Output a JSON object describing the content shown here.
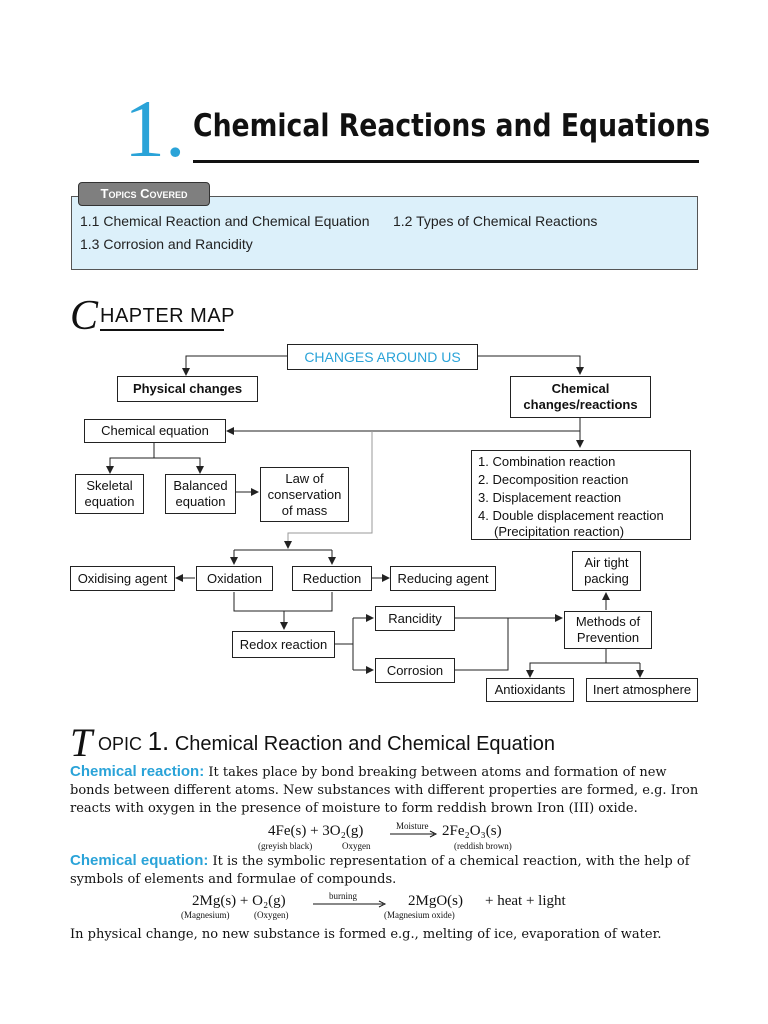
{
  "chapter": {
    "number": "1.",
    "title": "Chemical Reactions and Equations"
  },
  "topics": {
    "tag": "Topics Covered",
    "items": [
      "1.1  Chemical Reaction and Chemical Equation",
      "1.2  Types of Chemical Reactions",
      "1.3  Corrosion and Rancidity"
    ]
  },
  "chapter_map": {
    "heading_initial": "C",
    "heading_rest": "HAPTER MAP",
    "nodes": {
      "root": "CHANGES AROUND US",
      "physical": "Physical changes",
      "chemical": "Chemical changes/reactions",
      "chem_equation": "Chemical equation",
      "skeletal": "Skeletal equation",
      "balanced": "Balanced equation",
      "law": "Law of conservation of mass",
      "types": [
        "1. Combination reaction",
        "2. Decomposition reaction",
        "3. Displacement reaction",
        "4. Double displacement reaction",
        "(Precipitation reaction)"
      ],
      "oxidising_agent": "Oxidising agent",
      "oxidation": "Oxidation",
      "reduction": "Reduction",
      "reducing_agent": "Reducing agent",
      "redox": "Redox reaction",
      "rancidity": "Rancidity",
      "corrosion": "Corrosion",
      "air_tight": "Air tight packing",
      "methods": "Methods of Prevention",
      "antioxidants": "Antioxidants",
      "inert": "Inert atmosphere"
    }
  },
  "topic1": {
    "initial": "T",
    "word": "OPIC",
    "number": "1.",
    "title": "Chemical Reaction and Chemical Equation"
  },
  "paragraphs": {
    "reaction_label": "Chemical reaction:",
    "reaction_text": "It takes place by bond breaking between atoms and formation of new bonds between different atoms. New substances with different properties are formed, e.g. Iron reacts with oxygen in the presence of moisture to form reddish brown Iron (III) oxide.",
    "equation_label": "Chemical equation:",
    "equation_text": "It is the symbolic representation of a chemical reaction, with the help of symbols of elements and formulae of compounds.",
    "physical_text": "In physical change, no new substance is formed e.g., melting of ice, evaporation of water."
  },
  "equations": {
    "eq1": {
      "lhs": "4Fe(s)  +  3O₂(g)",
      "condition": "Moisture",
      "rhs": "2Fe₂O₃(s)",
      "notes": [
        "(greyish black)",
        "Oxygen",
        "(reddish brown)"
      ]
    },
    "eq2": {
      "lhs": "2Mg(s) + O₂(g)",
      "condition": "burning",
      "rhs": "2MgO(s)",
      "extra": "+ heat + light",
      "notes": [
        "(Magnesium)",
        "(Oxygen)",
        "(Magnesium oxide)"
      ]
    }
  }
}
